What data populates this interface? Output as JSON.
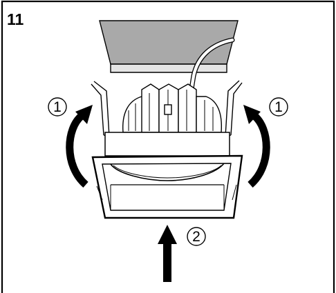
{
  "step": {
    "number": "11"
  },
  "callouts": {
    "left": "1",
    "right": "1",
    "bottom": "2"
  },
  "colors": {
    "line": "#000000",
    "ceiling_fill": "#aaaaaa",
    "ceiling_edge": "#e3e3e3",
    "background": "#ffffff"
  }
}
